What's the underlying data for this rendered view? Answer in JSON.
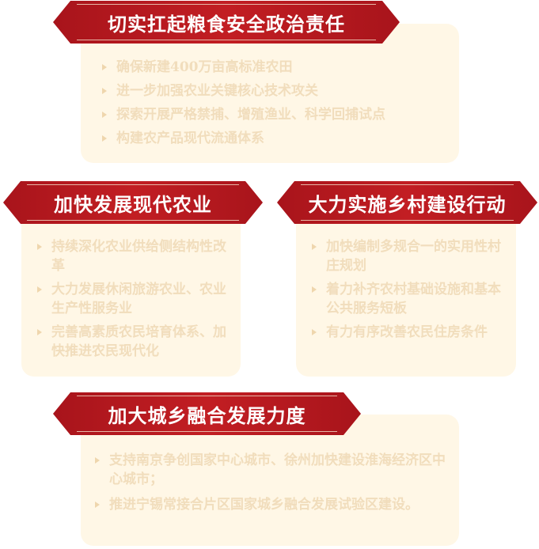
{
  "sections": [
    {
      "title": "切实扛起粮食安全政治责任",
      "items": [
        "确保新建400万亩高标准农田",
        "进一步加强农业关键核心技术攻关",
        "探索开展严格禁捕、增殖渔业、科学回捕试点",
        "构建农产品现代流通体系"
      ]
    },
    {
      "title": "加快发展现代农业",
      "items": [
        "持续深化农业供给侧结构性改革",
        "大力发展休闲旅游农业、农业生产性服务业",
        "完善高素质农民培育体系、加快推进农民现代化"
      ]
    },
    {
      "title": "大力实施乡村建设行动",
      "items": [
        "加快编制多规合一的实用性村庄规划",
        "着力补齐农村基础设施和基本公共服务短板",
        "有力有序改善农民住房条件"
      ]
    },
    {
      "title": "加大城乡融合发展力度",
      "items": [
        "支持南京争创国家中心城市、徐州加快建设淮海经济区中心城市；",
        "推进宁锡常接合片区国家城乡融合发展试验区建设。"
      ]
    }
  ],
  "colors": {
    "banner": "#b8191f",
    "card_bg": "#fff7e6",
    "item_text": "#f1ddbc",
    "banner_text": "#ffffff"
  },
  "icons": {
    "bullet": "chevron-right-icon"
  }
}
